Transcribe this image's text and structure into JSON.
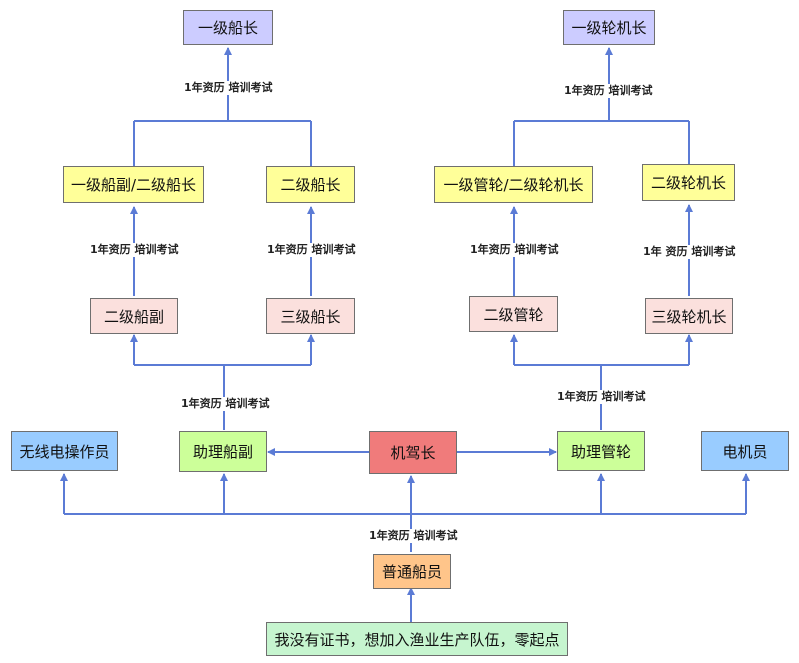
{
  "colors": {
    "line": "#5b7bd5",
    "top": "#ccccff",
    "yellow": "#ffff99",
    "pink": "#fbe0dd",
    "green": "#ccff99",
    "blue": "#99ccff",
    "red": "#f07b7b",
    "orange": "#ffc58a",
    "mint": "#c6f5cf"
  },
  "nodes": {
    "captain1": "一级船长",
    "engineer1": "一级轮机长",
    "mate1_captain2": "一级船副/二级船长",
    "captain2": "二级船长",
    "chief_engine1_engineer2": "一级管轮/二级轮机长",
    "engineer2": "二级轮机长",
    "mate2": "二级船副",
    "captain3": "三级船长",
    "engine2": "二级管轮",
    "engineer3": "三级轮机长",
    "radio_operator": "无线电操作员",
    "assistant_mate": "助理船副",
    "skipper": "机驾长",
    "assistant_engine": "助理管轮",
    "electrician": "电机员",
    "ordinary_crew": "普通船员",
    "start": "我没有证书，想加入渔业生产队伍，零起点"
  },
  "labels": {
    "l1": "1年资历 培训考试",
    "l2": "1年资历 培训考试",
    "l3": "1年资历 培训考试",
    "l4": "1年资历 培训考试",
    "l5": "1年资历 培训考试",
    "l6": "1年 资历 培训考试",
    "l7": "1年资历 培训考试",
    "l8": "1年资历 培训考试",
    "l9": "1年资历 培训考试"
  }
}
